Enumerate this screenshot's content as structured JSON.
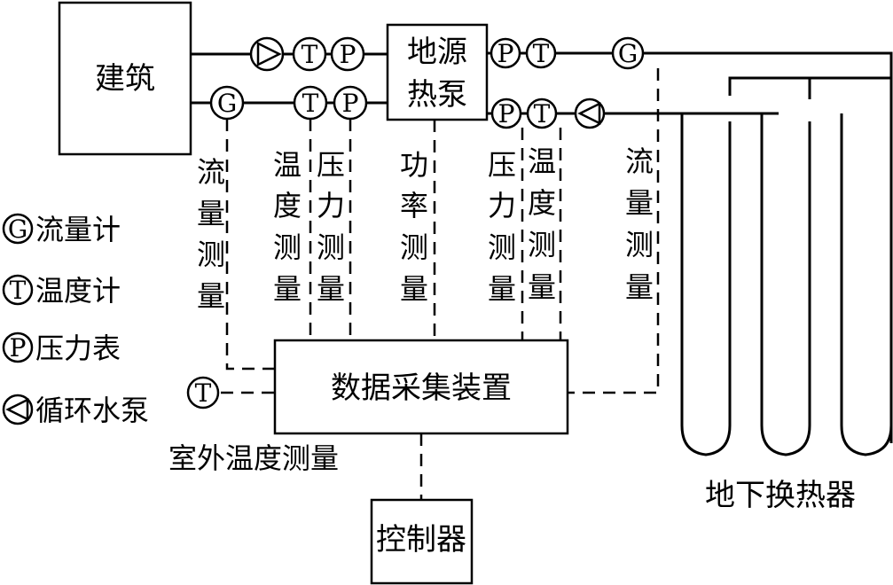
{
  "diagram": {
    "components": {
      "building": "建筑",
      "heat_pump_line1": "地源",
      "heat_pump_line2": "热泵",
      "daq": "数据采集装置",
      "controller": "控制器",
      "ground_hx": "地下换热器"
    },
    "measurement_labels": {
      "flow_left": [
        "流",
        "量",
        "测",
        "量"
      ],
      "temp_left": [
        "温",
        "度",
        "测",
        "量"
      ],
      "pressure_left": [
        "压",
        "力",
        "测",
        "量"
      ],
      "power": [
        "功",
        "率",
        "测",
        "量"
      ],
      "pressure_right": [
        "压",
        "力",
        "测",
        "量"
      ],
      "temp_right": [
        "温",
        "度",
        "测",
        "量"
      ],
      "flow_right": [
        "流",
        "量",
        "测",
        "量"
      ],
      "outdoor_temp": "室外温度测量"
    },
    "symbols": {
      "flow_meter": "G",
      "thermometer": "T",
      "pressure_gauge": "P"
    },
    "legend": [
      {
        "symbol": "G",
        "label": "流量计"
      },
      {
        "symbol": "T",
        "label": "温度计"
      },
      {
        "symbol": "P",
        "label": "压力表"
      },
      {
        "symbol": "pump",
        "label": "循环水泵"
      }
    ]
  }
}
